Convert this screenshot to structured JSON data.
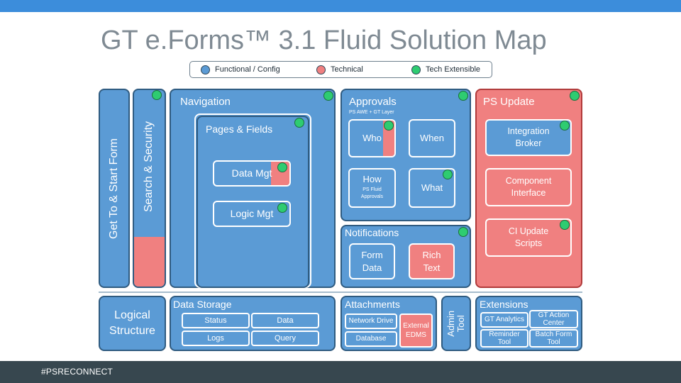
{
  "title": "GT e.Forms™ 3.1 Fluid Solution Map",
  "footer": "#PSRECONNECT",
  "legend": {
    "functional": "Functional / Config",
    "technical": "Technical",
    "extensible": "Tech Extensible"
  },
  "colors": {
    "functional": "#5b9bd5",
    "technical": "#f08080",
    "extensible": "#2ecc71",
    "bar": "#3c8ddb"
  },
  "left": {
    "get_to": "Get To & Start Form",
    "search": "Search & Security"
  },
  "navigation": {
    "title": "Navigation",
    "pages": "Pages & Fields",
    "data_mgt": "Data Mgt",
    "logic_mgt": "Logic Mgt"
  },
  "approvals": {
    "title": "Approvals",
    "subtitle": "PS AWE + GT Layer",
    "who": "Who",
    "when": "When",
    "how": "How",
    "how_sub1": "PS Fluid",
    "how_sub2": "Approvals",
    "what": "What"
  },
  "notifications": {
    "title": "Notifications",
    "form_data": "Form\nData",
    "rich_text": "Rich\nText"
  },
  "ps_update": {
    "title": "PS Update",
    "integration": "Integration\nBroker",
    "component": "Component\nInterface",
    "ci_update": "CI Update\nScripts"
  },
  "logical": "Logical\nStructure",
  "data_storage": {
    "title": "Data Storage",
    "status": "Status",
    "data": "Data",
    "logs": "Logs",
    "query": "Query"
  },
  "attachments": {
    "title": "Attachments",
    "network": "Network Drive",
    "database": "Database",
    "external": "External\nEDMS"
  },
  "admin": "Admin\nTool",
  "extensions": {
    "title": "Extensions",
    "analytics": "GT Analytics",
    "action_center": "GT Action\nCenter",
    "reminder": "Reminder\nTool",
    "batch": "Batch Form\nTool"
  }
}
